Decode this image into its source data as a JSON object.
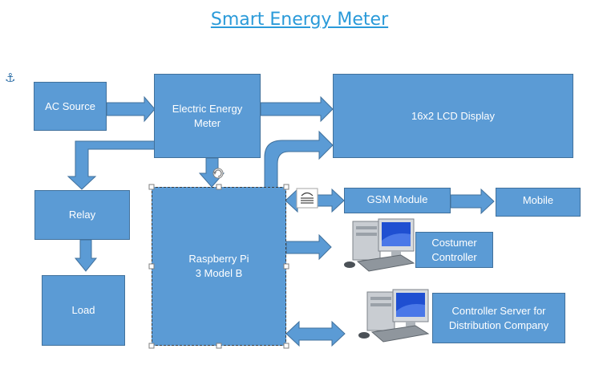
{
  "title": "Smart Energy Meter",
  "blocks": {
    "ac_source": "AC Source",
    "energy_meter": "Electric Energy\nMeter",
    "lcd": "16x2 LCD Display",
    "relay": "Relay",
    "load": "Load",
    "raspberry": "Raspberry Pi\n3 Model B",
    "gsm": "GSM Module",
    "mobile": "Mobile",
    "costumer": "Costumer\nController",
    "server": "Controller Server for\nDistribution Company"
  },
  "icons": {
    "anchor": "anchor-icon",
    "computer": "desktop-computer-icon",
    "layout_options": "layout-options-icon",
    "rotate_handle": "rotate-handle-icon"
  },
  "colors": {
    "block_fill": "#5b9bd5",
    "block_border": "#41719c",
    "title": "#2a9ad9"
  }
}
